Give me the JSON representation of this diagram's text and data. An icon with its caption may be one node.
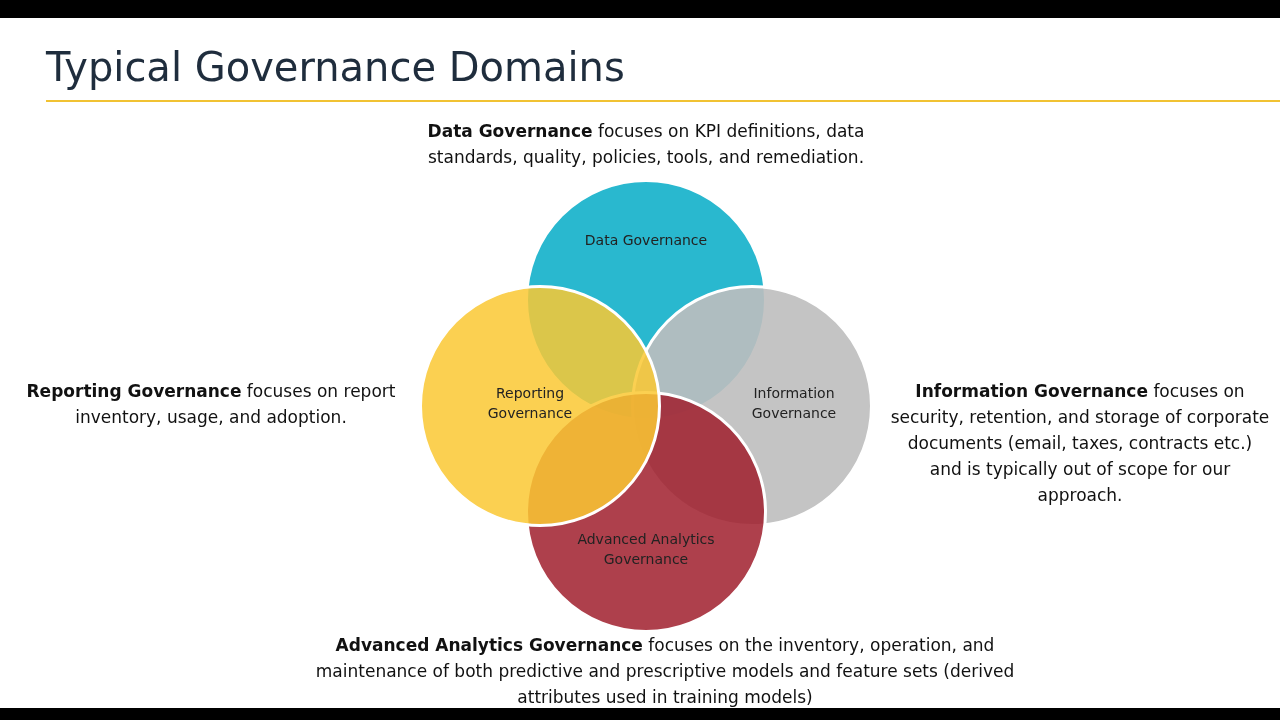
{
  "diagram": {
    "title": "Typical Governance Domains",
    "nodes": [
      {
        "text": [
          "Data Governance"
        ],
        "beside": [
          "**Data Governance** focuses on KPI definitions, data standards, quality, policies, tools, and remediation."
        ]
      },
      {
        "text": [
          "Reporting Governance"
        ],
        "beside": [
          "**Reporting Governance** focuses on report inventory, usage, and adoption."
        ]
      },
      {
        "text": [
          "Information Governance"
        ],
        "beside": [
          "**Information Governance** focuses on security, retention, and storage of corporate documents (email, taxes, contracts etc.) and is typically out of scope for our approach."
        ]
      },
      {
        "text": [
          "Advanced Analytics Governance"
        ],
        "beside": [
          "**Advanced Analytics Governance** focuses on the inventory, operation, and maintenance of both predictive and prescriptive models and feature sets (derived attributes used in training models)"
        ]
      }
    ],
    "edges": []
  }
}
